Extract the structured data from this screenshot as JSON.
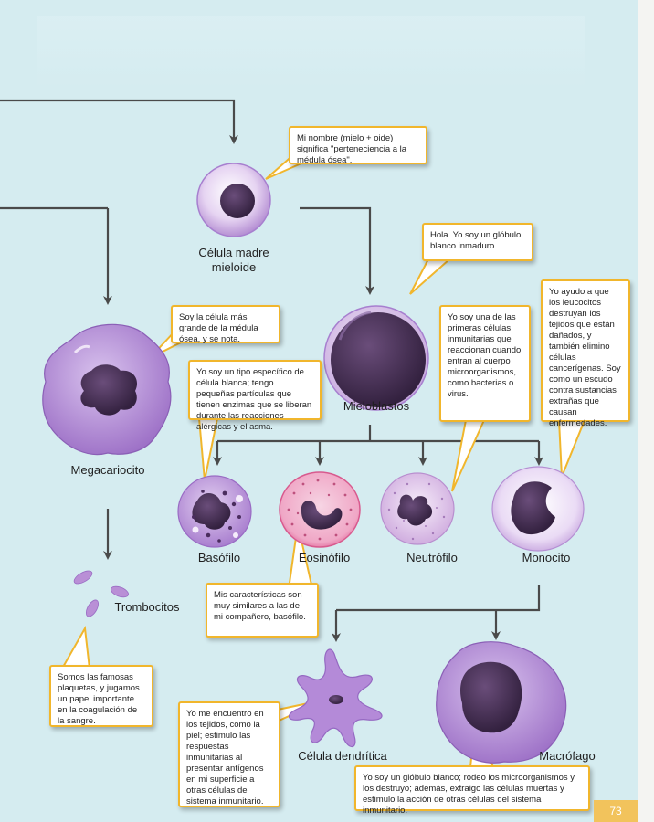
{
  "labels": {
    "myeloid": "Célula madre\nmieloide",
    "megakaryocyte": "Megacariocito",
    "myeloblasts": "Mieloblastos",
    "thrombocytes": "Trombocitos",
    "basophil": "Basófilo",
    "eosinophil": "Eosinófilo",
    "neutrophil": "Neutrófilo",
    "monocyte": "Monocito",
    "dendritic": "Célula dendrítica",
    "macrophage": "Macrófago"
  },
  "bubbles": {
    "myeloid": "Mi nombre (mielo + oide) significa \"perteneciencia a la médula ósea\".",
    "myeloblast": "Hola. Yo soy un glóbulo blanco inmaduro.",
    "megakaryocyte": "Soy la célula más grande de la médula ósea, y se nota.",
    "basophil": "Yo soy un tipo específico de célula blanca; tengo pequeñas partículas que tienen enzimas que se liberan durante las reacciones alérgicas y el asma.",
    "neutrophil": "Yo soy una de las primeras células inmunitarias que reaccionan cuando entran al cuerpo microorganismos, como bacterias o virus.",
    "monocyte": "Yo ayudo a que los leucocitos destruyan los tejidos que están dañados, y también elimino células cancerígenas. Soy como un escudo contra sustancias extrañas que causan enfermedades.",
    "eosinophil": "Mis características son muy similares a las de mi compañero, basófilo.",
    "thrombocytes": "Somos las famosas plaquetas, y jugamos un papel importante en la coagulación de la sangre.",
    "dendritic": "Yo me encuentro en los tejidos, como la piel; estimulo las respuestas inmunitarias al presentar antígenos en mi superficie a otras células del sistema inmunitario.",
    "macrophage": "Yo soy un glóbulo blanco; rodeo los microorganismos y los destruyo; además, extraigo las células muertas y estimulo la acción de otras células del sistema inmunitario."
  },
  "page_number": "73",
  "colors": {
    "background": "#d5ecf0",
    "bubble_border": "#f1b62c",
    "arrow": "#4a4a4a",
    "cell_purple": "#a77fcf",
    "nucleus": "#3e2a4c",
    "eosinophil_pink": "#e0679a"
  }
}
